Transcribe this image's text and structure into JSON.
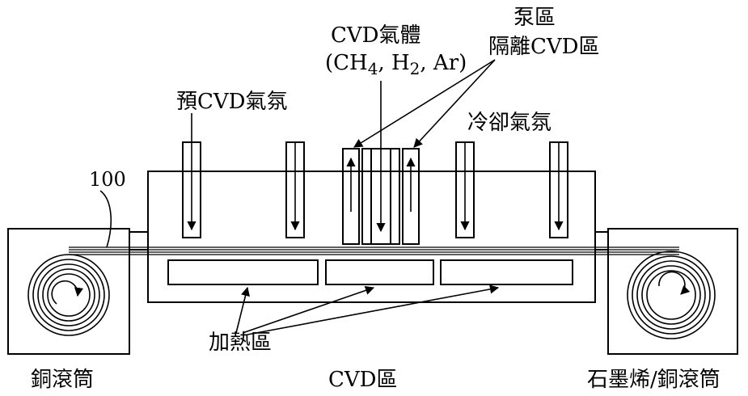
{
  "labels": {
    "pre_gas": "預CVD氣氛",
    "cvd_gas_title": "CVD氣體",
    "cvd_gas_formula_open": "(CH",
    "cvd_gas_formula_sub1": "4",
    "cvd_gas_formula_mid": ", H",
    "cvd_gas_formula_sub2": "2",
    "cvd_gas_formula_end": ", Ar)",
    "pump_zone": "泵區",
    "isolate_cvd": "隔離CVD區",
    "cooling_gas": "冷卻氣氛",
    "film_ref": "100",
    "heating_zone": "加熱區",
    "left_roll": "銅滾筒",
    "center_zone": "CVD區",
    "right_roll": "石墨烯/銅滾筒"
  },
  "colors": {
    "line": "#000000",
    "background": "#ffffff"
  }
}
